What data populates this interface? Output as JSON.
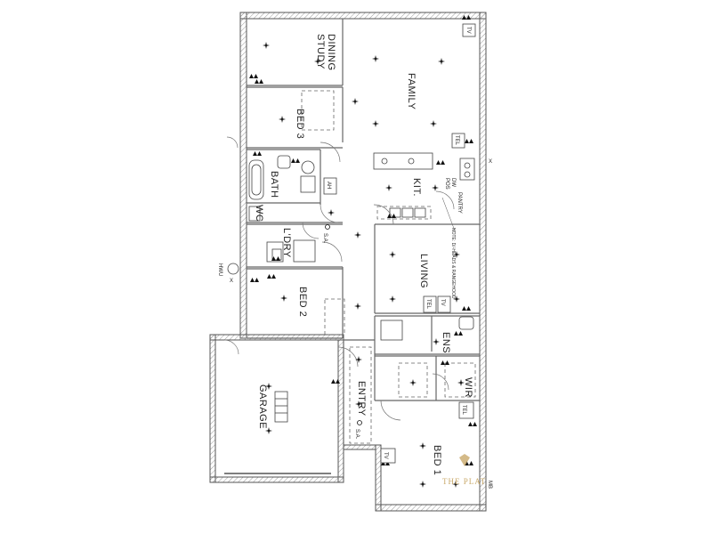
{
  "rooms": {
    "dining_study": [
      "DINING",
      "STUDY"
    ],
    "family": "FAMILY",
    "bed3": "BED 3",
    "bath": "BATH",
    "wc": "WC",
    "ldry": "L'DRY",
    "bed2": "BED 2",
    "kit": "KIT.",
    "living": "LIVING",
    "ens": "ENS",
    "wir": "WIR",
    "entry": "ENTRY",
    "garage": "GARAGE",
    "bed1": "BED 1",
    "pantry": "PANTRY",
    "dw": "DW",
    "pos": "POS"
  },
  "symbols": {
    "tv": "TV",
    "tel": "TEL",
    "sa": "S.A.",
    "ah": "AH",
    "hwu": "HWU",
    "mb": "MB",
    "x": "X"
  },
  "notes": {
    "kitchen_note": "NOTE: D/-HEADS & RANGEHOOD"
  },
  "watermark": "THE PLAT"
}
